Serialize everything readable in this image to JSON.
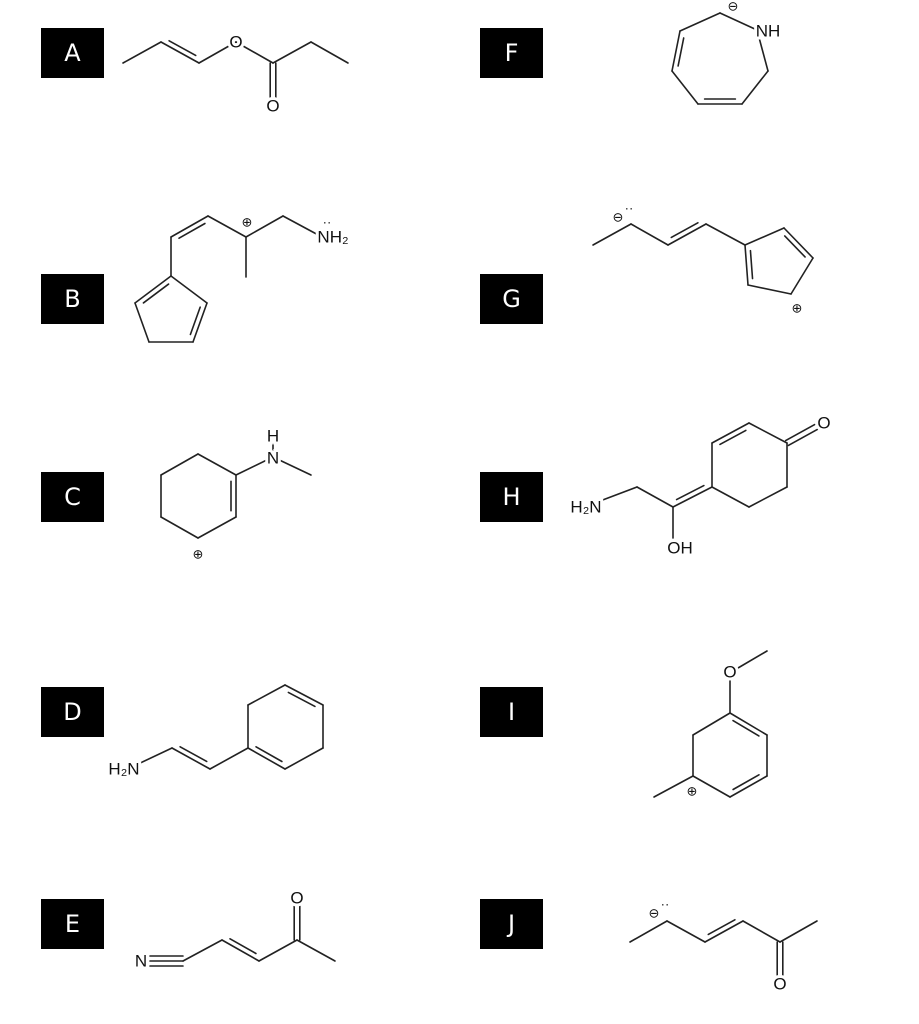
{
  "labels": {
    "A": "A",
    "B": "B",
    "C": "C",
    "D": "D",
    "E": "E",
    "F": "F",
    "G": "G",
    "H": "H",
    "I": "I",
    "J": "J"
  },
  "atoms": {
    "A": {
      "o1": "O",
      "o2": "O"
    },
    "B": {
      "n": "NH₂",
      "lp": "··",
      "plus": "⊕"
    },
    "C": {
      "n": "N",
      "h": "H",
      "plus": "⊕"
    },
    "D": {
      "n": "H₂N"
    },
    "E": {
      "n": "N",
      "o": "O"
    },
    "F": {
      "n": "NH",
      "minus": "⊖"
    },
    "G": {
      "minus": "⊖",
      "lp": "··",
      "plus": "⊕"
    },
    "H": {
      "n": "H₂N",
      "oh": "OH",
      "o": "O"
    },
    "I": {
      "o": "O",
      "plus": "⊕"
    },
    "J": {
      "minus": "⊖",
      "lp": "··",
      "o": "O"
    }
  },
  "colors": {
    "label_bg": "#000000",
    "label_text": "#ffffff",
    "bond": "#222222"
  }
}
